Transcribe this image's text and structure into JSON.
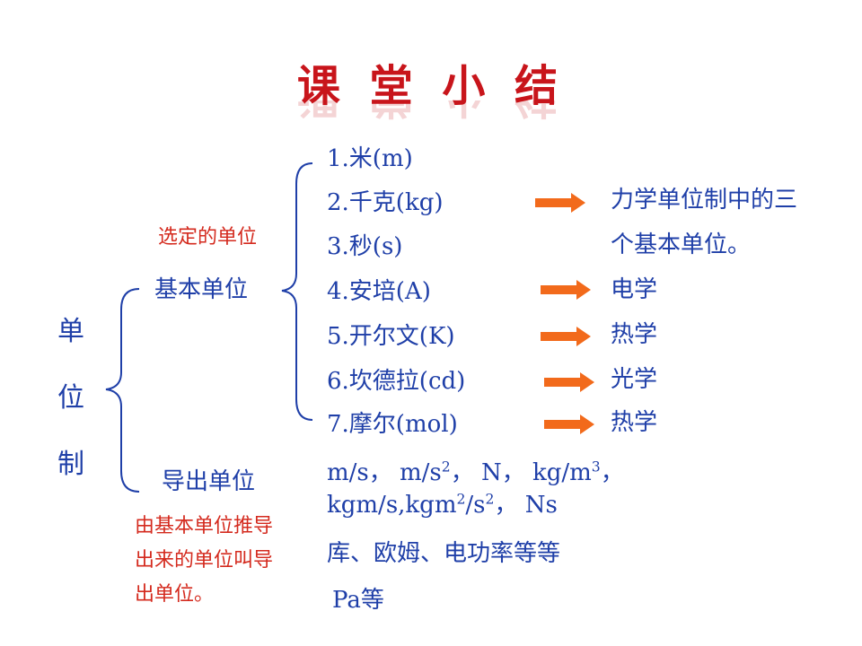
{
  "title": "课 堂 小 结",
  "root": [
    "单",
    "位",
    "制"
  ],
  "basic": {
    "label": "基本单位",
    "note": "选定的单位",
    "items": [
      "1.米(m)",
      "2.千克(kg)",
      "3.秒(s)",
      "4.安培(A)",
      "5.开尔文(K)",
      "6.坎德拉(cd)",
      "7.摩尔(mol)"
    ]
  },
  "categories": {
    "mechanics_line1": "力学单位制中的三",
    "mechanics_line2": "个基本单位。",
    "electric": "电学",
    "thermal": "热学",
    "optics": "光学",
    "thermal2": "热学"
  },
  "derived": {
    "label": "导出单位",
    "note": [
      "由基本单位推导",
      "出来的单位叫导",
      "出单位。"
    ],
    "examples": {
      "r1_a": "m/s， m/s",
      "r1_sup1": "2",
      "r1_b": "， N， kg/m",
      "r1_sup2": "3",
      "r1_c": "，",
      "r2_a": "kgm/s,kgm",
      "r2_sup1": "2",
      "r2_b": "/s",
      "r2_sup2": "2",
      "r2_c": "， Ns",
      "r3": "库、欧姆、电功率等等",
      "r4": "Pa等"
    }
  },
  "colors": {
    "text": "#1f3fa8",
    "note": "#d42a1e",
    "title": "#c8151b",
    "arrow": "#f26a1b",
    "brace": "#1f3fa8"
  }
}
